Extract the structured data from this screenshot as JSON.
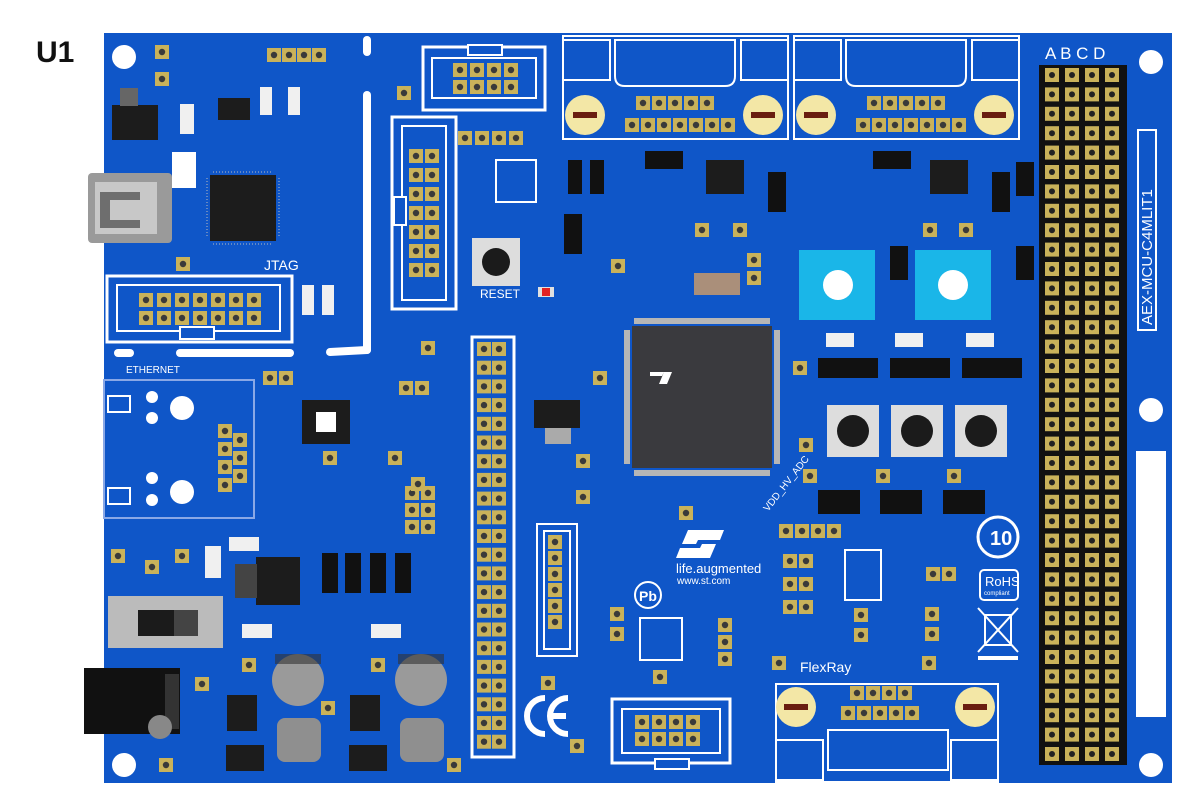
{
  "board_label": "U1",
  "header_columns": "A B C D",
  "board_name": "AEX-MCU-C4MLIT1",
  "labels": {
    "jtag": "JTAG",
    "reset": "RESET",
    "ethernet": "ETHERNET",
    "vdd": "VDD_HV_ADC",
    "life": "life.augmented",
    "www": "www.st.com",
    "flexray": "FlexRay",
    "rohs": "RoHS",
    "compliant": "compliant",
    "ten": "10",
    "pb": "Pb",
    "ce": "CE"
  },
  "colors": {
    "board": "#0f56c8",
    "silk": "#ffffff",
    "pad": "#c9b25a",
    "chip": "#1c1c1c",
    "mcu": "#3a3a3e",
    "pot": "#f3e7a6",
    "blue_pot": "#1ab6e8"
  }
}
